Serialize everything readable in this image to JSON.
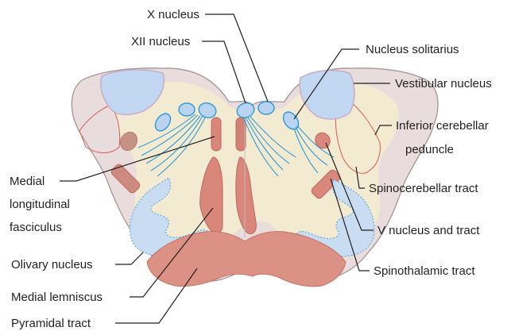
{
  "labels": {
    "x_nucleus": "X nucleus",
    "xii_nucleus": "XII nucleus",
    "nucleus_solitarius": "Nucleus solitarius",
    "vestibular_nucleus": "Vestibular nucleus",
    "inferior_cerebellar_1": "Inferior cerebellar",
    "inferior_cerebellar_2": "peduncle",
    "mlf_1": "Medial",
    "mlf_2": "longitudinal",
    "mlf_3": "fasciculus",
    "spinocerebellar": "Spinocerebellar tract",
    "v_nucleus": "V nucleus and tract",
    "olivary": "Olivary nucleus",
    "spinothalamic": "Spinothalamic tract",
    "medial_lemniscus": "Medial lemniscus",
    "pyramidal": "Pyramidal tract"
  },
  "colors": {
    "tissue_outer": "#e9dcdc",
    "tissue_inner": "#f3ead2",
    "nucleus_blue": "#b9d3f0",
    "nerve_blue": "#2f9ad6",
    "tract_red": "#d9877b",
    "outline_red": "#d75a5a"
  }
}
